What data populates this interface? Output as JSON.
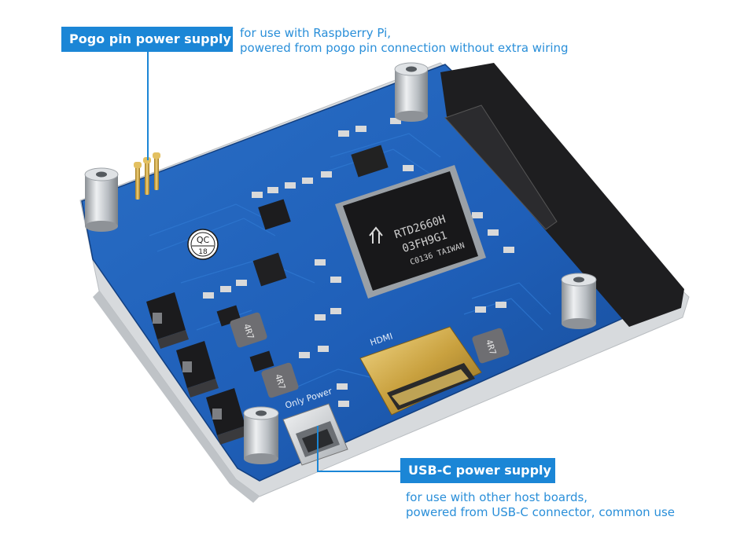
{
  "callouts": {
    "pogo": {
      "title": "Pogo pin power supply",
      "desc_line1": "for use with Raspberry Pi,",
      "desc_line2": "powered from pogo pin connection without extra wiring"
    },
    "usbc": {
      "title": "USB-C power supply",
      "desc_line1": "for use with other host boards,",
      "desc_line2": "powered from USB-C connector, common use"
    }
  },
  "board_markings": {
    "chip_line1": "RTD2660H",
    "chip_line2": "03FH9G1",
    "chip_line3": "C0136 TAIWAN",
    "qc_label": "QC",
    "qc_number": "18",
    "inductor_label": "4R7",
    "hdmi_silk": "HDMI",
    "usbc_silk": "Only Power"
  },
  "colors": {
    "accent": "#1b86d6",
    "accent_text": "#2a8fd9",
    "pcb_blue": "#1f5fb8",
    "background": "#ffffff"
  }
}
